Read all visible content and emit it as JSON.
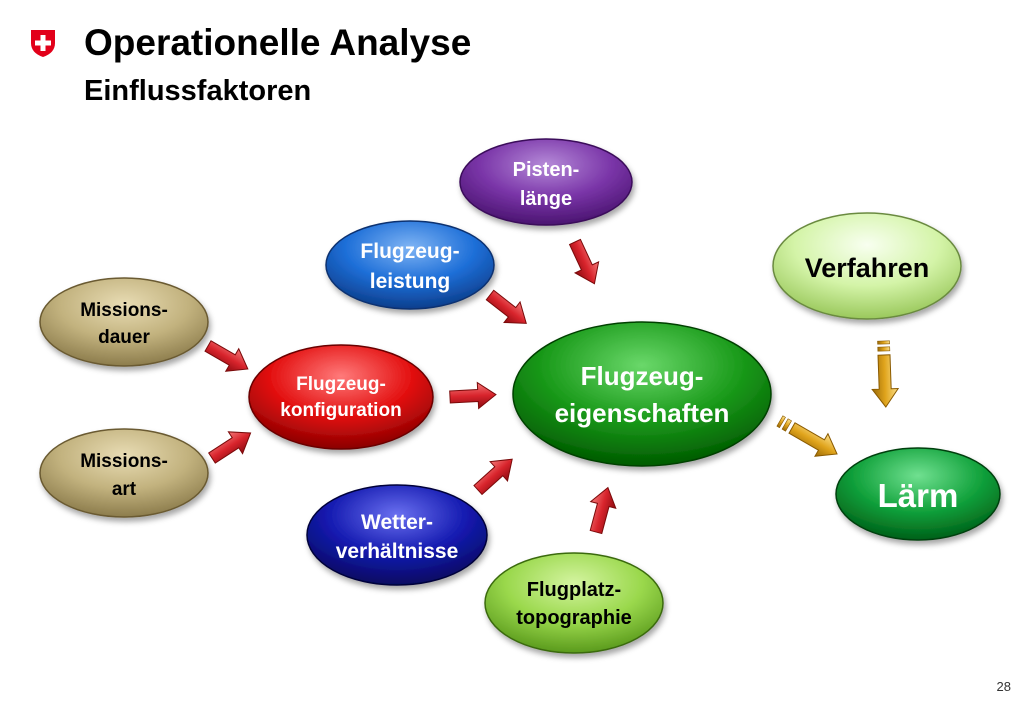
{
  "header": {
    "title": "Operationelle Analyse",
    "subtitle": "Einflussfaktoren"
  },
  "nodes": {
    "pistenlaenge": {
      "line1": "Pisten-",
      "line2": "länge"
    },
    "flugzeugleistung": {
      "line1": "Flugzeug-",
      "line2": "leistung"
    },
    "missionsdauer": {
      "line1": "Missions-",
      "line2": "dauer"
    },
    "flugzeugkonfiguration": {
      "line1": "Flugzeug-",
      "line2": "konfiguration"
    },
    "missionsart": {
      "line1": "Missions-",
      "line2": "art"
    },
    "wetterverhaeltnisse": {
      "line1": "Wetter-",
      "line2": "verhältnisse"
    },
    "flugplatztopographie": {
      "line1": "Flugplatz-",
      "line2": "topographie"
    },
    "flugzeugeigenschaften": {
      "line1": "Flugzeug-",
      "line2": "eigenschaften"
    },
    "verfahren": {
      "label": "Verfahren"
    },
    "laerm": {
      "label": "Lärm"
    }
  },
  "footer": {
    "page_number": "28"
  },
  "colors": {
    "red_arrow": "#d8242c",
    "gold_arrow": "#e0a41c",
    "purple": "#7a35a8",
    "blue": "#1e6fd8",
    "khaki": "#c2b27e",
    "red": "#e31010",
    "navy": "#141ab0",
    "lime": "#9ad84c",
    "green": "#1a9a1a",
    "pale_green": "#d4f4a8",
    "emerald": "#12a23c"
  }
}
